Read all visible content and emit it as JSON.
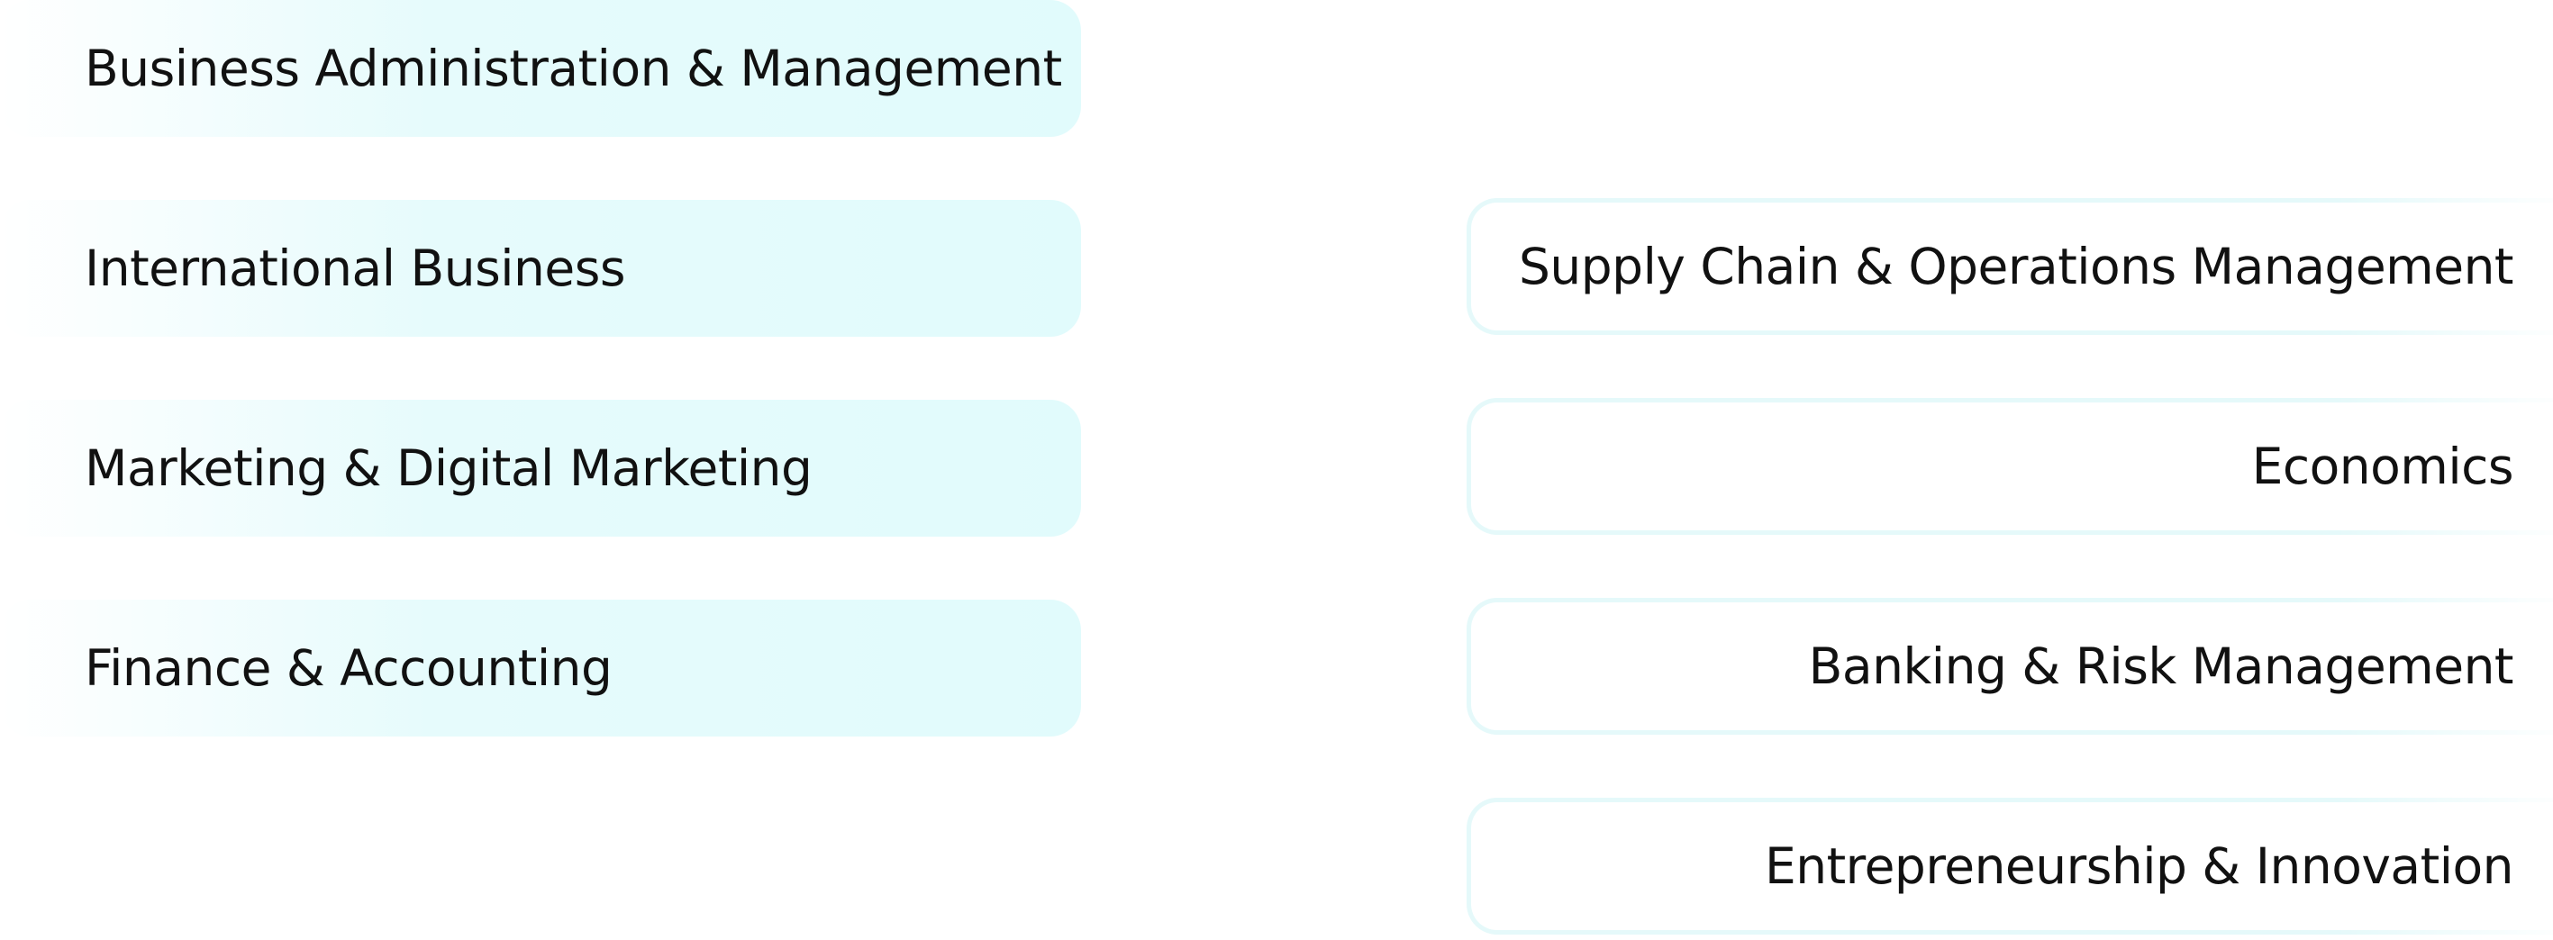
{
  "left_column": {
    "items": [
      {
        "label": "Business Administration & Management"
      },
      {
        "label": "International Business"
      },
      {
        "label": "Marketing & Digital Marketing"
      },
      {
        "label": "Finance & Accounting"
      }
    ]
  },
  "right_column": {
    "items": [
      {
        "label": "Supply Chain & Operations Management"
      },
      {
        "label": "Economics"
      },
      {
        "label": "Banking & Risk Management"
      },
      {
        "label": "Entrepreneurship & Innovation"
      }
    ]
  },
  "colors": {
    "left_fill": "#e1fbfc",
    "right_border": "#e5f9fa",
    "text": "#111111"
  }
}
